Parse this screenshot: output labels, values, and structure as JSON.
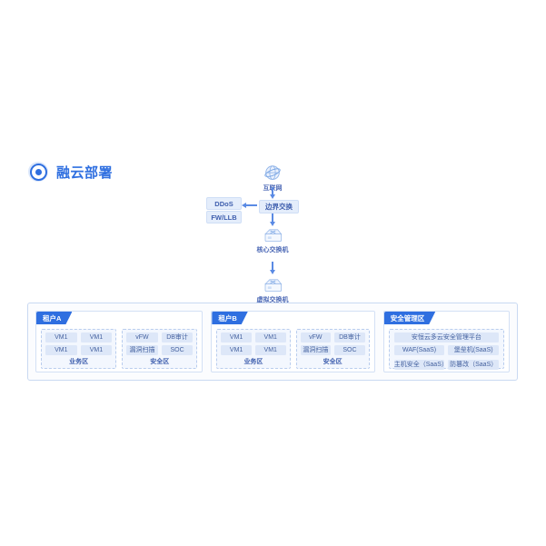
{
  "title": {
    "text": "融云部署",
    "icon": "target-icon",
    "accent_color": "#2f6fe0"
  },
  "flow": {
    "internet": {
      "label": "互联网",
      "icon": "globe-icon"
    },
    "edge_switch": {
      "label": "边界交换"
    },
    "security_appliances": [
      {
        "label": "DDoS"
      },
      {
        "label": "FW/LLB"
      }
    ],
    "core_switch": {
      "label": "核心交换机",
      "icon": "switch-icon"
    },
    "virtual_switch": {
      "label": "虚拟交换机",
      "icon": "switch-icon"
    }
  },
  "zones": [
    {
      "tab_label": "租户A",
      "subzones": [
        {
          "label": "业务区",
          "rows": [
            [
              "VM1",
              "VM1"
            ],
            [
              "VM1",
              "VM1"
            ]
          ]
        },
        {
          "label": "安全区",
          "rows": [
            [
              "vFW",
              "DB审计"
            ],
            [
              "漏洞扫描",
              "SOC"
            ]
          ]
        }
      ]
    },
    {
      "tab_label": "租户B",
      "subzones": [
        {
          "label": "业务区",
          "rows": [
            [
              "VM1",
              "VM1"
            ],
            [
              "VM1",
              "VM1"
            ]
          ]
        },
        {
          "label": "安全区",
          "rows": [
            [
              "vFW",
              "DB审计"
            ],
            [
              "漏洞扫描",
              "SOC"
            ]
          ]
        }
      ]
    }
  ],
  "security_management": {
    "tab_label": "安全管理区",
    "platform": "安恒云多云安全管理平台",
    "rows": [
      [
        "WAF(SaaS)",
        "堡垒机(SaaS)"
      ],
      [
        "主机安全（SaaS）",
        "防篡改（SaaS）"
      ]
    ]
  },
  "colors": {
    "accent": "#2f6fe0",
    "arrow": "#5a8ae4",
    "cell_fill": "#dde7f8",
    "panel_border": "#d3e0f5"
  }
}
